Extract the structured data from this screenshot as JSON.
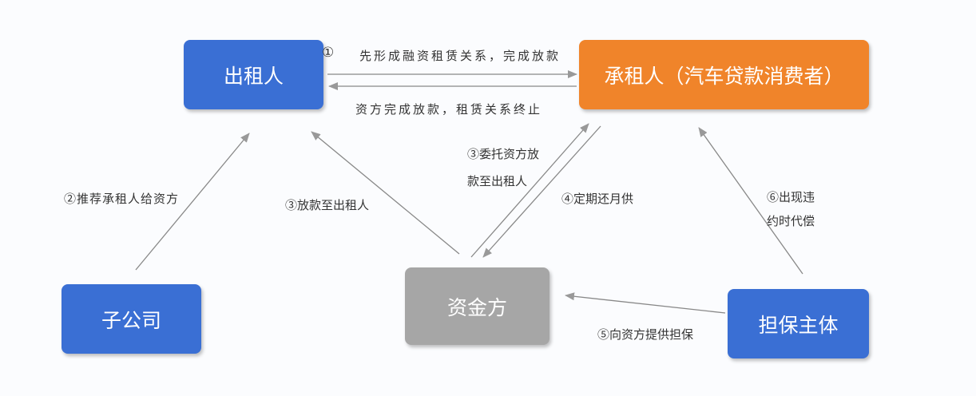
{
  "nodes": {
    "lessor": {
      "label": "出租人",
      "color": "#3a6fd4"
    },
    "lessee": {
      "label": "承租人（汽车贷款消费者）",
      "color": "#f0842a"
    },
    "subsidiary": {
      "label": "子公司",
      "color": "#3a6fd4"
    },
    "funder": {
      "label": "资金方",
      "color": "#a6a6a6"
    },
    "guarantor": {
      "label": "担保主体",
      "color": "#3a6fd4"
    }
  },
  "edges": {
    "step1_marker": "①",
    "step1_forward": "先形成融资租赁关系，完成放款",
    "step1_back": "资方完成放款，租赁关系终止",
    "step2": "②推荐承租人给资方",
    "step3a": "③放款至出租人",
    "step3b_line1": "③委托资方放",
    "step3b_line2": "款至出租人",
    "step4": "④定期还月供",
    "step5": "⑤向资方提供担保",
    "step6_line1": "⑥出现违",
    "step6_line2": "约时代偿"
  },
  "colors": {
    "arrow": "#888888"
  }
}
